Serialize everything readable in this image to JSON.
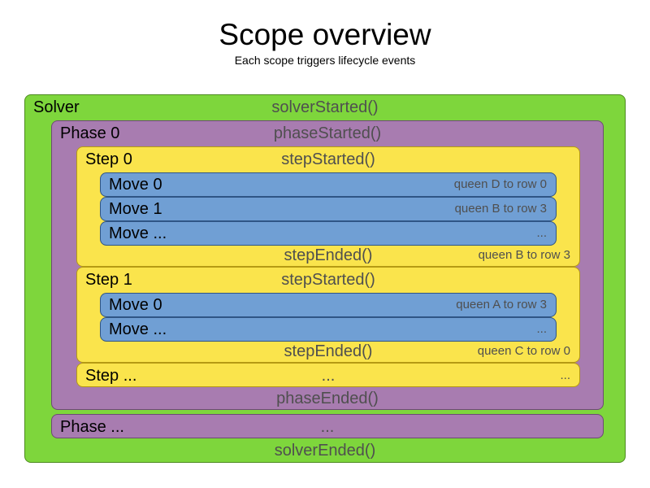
{
  "heading": {
    "title": "Scope overview",
    "subtitle": "Each scope triggers lifecycle events"
  },
  "colors": {
    "solver": "#7ed63c",
    "phase": "#a87cb0",
    "step": "#fae44c",
    "move": "#709fd4",
    "event_text": "#4f4f4f",
    "label_text": "#000000",
    "background": "#ffffff"
  },
  "solver": {
    "label": "Solver",
    "started_event": "solverStarted()",
    "ended_event": "solverEnded()",
    "phases": [
      {
        "label": "Phase 0",
        "started_event": "phaseStarted()",
        "ended_event": "phaseEnded()",
        "steps": [
          {
            "label": "Step 0",
            "started_event": "stepStarted()",
            "ended_event": "stepEnded()",
            "ended_result": "queen B to row 3",
            "moves": [
              {
                "label": "Move 0",
                "result": "queen D to row 0"
              },
              {
                "label": "Move 1",
                "result": "queen B to row 3"
              },
              {
                "label": "Move ...",
                "result": "..."
              }
            ]
          },
          {
            "label": "Step 1",
            "started_event": "stepStarted()",
            "ended_event": "stepEnded()",
            "ended_result": "queen C to row 0",
            "moves": [
              {
                "label": "Move 0",
                "result": "queen A to row 3"
              },
              {
                "label": "Move ...",
                "result": "..."
              }
            ]
          },
          {
            "label": "Step ...",
            "started_event": "...",
            "ended_result": "..."
          }
        ]
      },
      {
        "label": "Phase ...",
        "started_event": "..."
      }
    ]
  }
}
